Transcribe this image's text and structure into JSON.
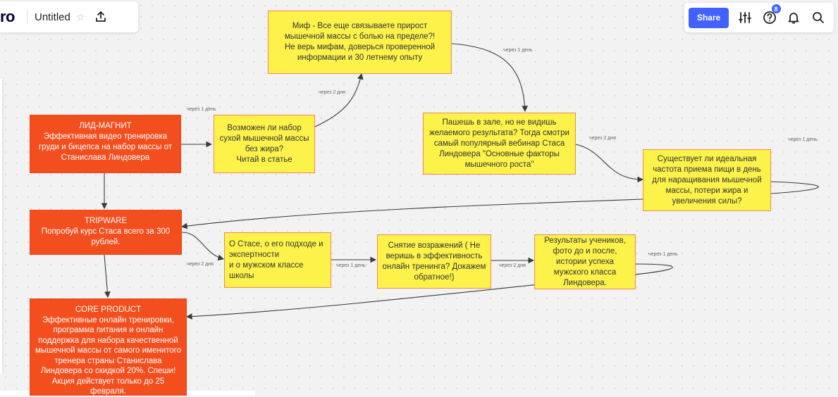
{
  "app": {
    "logo_fragment": "ro",
    "board_title": "Untitled"
  },
  "toolbar": {
    "share_label": "Share",
    "notifications_badge": "8"
  },
  "colors": {
    "accent": "#4262ff",
    "red_card": "#f24e1e",
    "yellow_card": "#fdf24a"
  },
  "nodes": {
    "lead_magnet": "ЛИД-МАГНИТ\nЭффективная видео тренировка груди и бицепса на набор массы от Станислава Линдовера",
    "article": "Возможен ли набор сухой мышечной массы без жира?\nЧитай в статье",
    "myth": "Миф - Все еще связываете прирост мышечной массы с болью на пределе?!\nНе верь мифам, доверься проверенной информации и 30 летнему опыту",
    "webinar": "Пашешь в зале, но не видишь желаемого результата? Тогда смотри самый популярный вебинар Стаса Линдовера \"Основные факторы мышечного роста\"",
    "meal": "Существует ли идеальная частота приема пищи в день для наращивания мышечной массы, потери жира и увеличения силы?",
    "tripware": "TRIPWARE\nПопробуй курс Стаса всего за 300 рублей.",
    "about": "О  Стасе, о его подходе и экспертности\nи о мужском классе школы",
    "objections": "Снятие возражений ( Не веришь в эффективность онлайн тренинга? Докажем обратное!)",
    "results": "Результаты учеников, фото до и после, истории успеха мужского класса Линдовера.",
    "core": "CORE PRODUCT\nЭффективные онлайн тренировки, программа питания и онлайн поддержка для набора качественной мышечной массы от самого именитого тренера страны Станислава Линдовера со скидкой 20%. Спеши! Акция действует только до 25 февраля."
  },
  "labels": {
    "l1": "через 1 день",
    "l2": "через 2 дня",
    "l3": "через 1 день",
    "l4": "через 2 дня",
    "l5": "через 1 день",
    "l6": "через 2 дня",
    "l7": "через 1 день",
    "l8": "через 2 дня",
    "l9": "через 1 день"
  },
  "icons": [
    "upload-icon",
    "settings-sliders-icon",
    "help-icon",
    "bell-icon",
    "search-icon",
    "star-icon"
  ]
}
